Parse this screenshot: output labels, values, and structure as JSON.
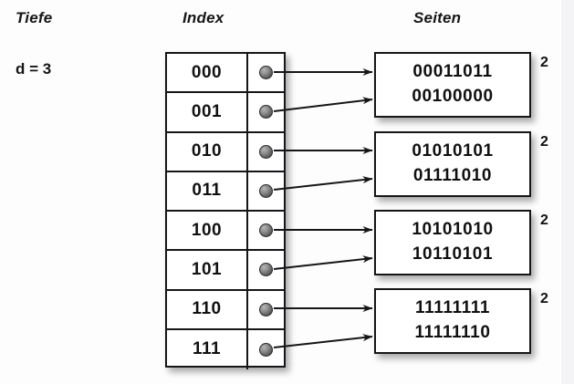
{
  "headings": {
    "depth": "Tiefe",
    "index": "Index",
    "pages": "Seiten"
  },
  "depth": {
    "label": "d = 3"
  },
  "index_table": {
    "rows": [
      {
        "key": "000",
        "pointer": "bullet-icon",
        "target_page": 0
      },
      {
        "key": "001",
        "pointer": "bullet-icon",
        "target_page": 0
      },
      {
        "key": "010",
        "pointer": "bullet-icon",
        "target_page": 1
      },
      {
        "key": "011",
        "pointer": "bullet-icon",
        "target_page": 1
      },
      {
        "key": "100",
        "pointer": "bullet-icon",
        "target_page": 2
      },
      {
        "key": "101",
        "pointer": "bullet-icon",
        "target_page": 2
      },
      {
        "key": "110",
        "pointer": "bullet-icon",
        "target_page": 3
      },
      {
        "key": "111",
        "pointer": "bullet-icon",
        "target_page": 3
      }
    ]
  },
  "pages": [
    {
      "line1": "00011011",
      "line2": "00100000",
      "count": "2"
    },
    {
      "line1": "01010101",
      "line2": "01111010",
      "count": "2"
    },
    {
      "line1": "10101010",
      "line2": "10110101",
      "count": "2"
    },
    {
      "line1": "11111111",
      "line2": "11111110",
      "count": "2"
    }
  ],
  "colors": {
    "background": "#fdfdfd",
    "stroke": "#15151a",
    "text": "#101012",
    "dot": "#6e6e6e"
  }
}
